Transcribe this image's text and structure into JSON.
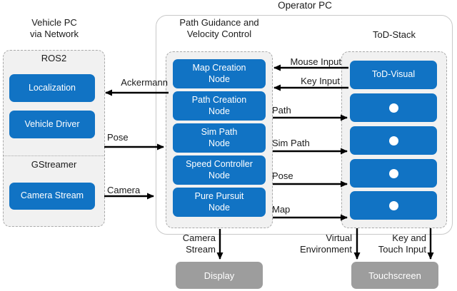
{
  "colors": {
    "node_blue": "#1173c4",
    "device_gray": "#9d9d9d",
    "panel_fill": "#f1f1f1",
    "arrow_black": "#000000"
  },
  "operator_pc": {
    "title": "Operator PC",
    "path_guidance": {
      "title": "Path Guidance and\nVelocity Control",
      "nodes": [
        {
          "label": "Map Creation\nNode"
        },
        {
          "label": "Path Creation\nNode"
        },
        {
          "label": "Sim Path\nNode"
        },
        {
          "label": "Speed Controller\nNode"
        },
        {
          "label": "Pure Pursuit\nNode"
        }
      ]
    },
    "tod_stack": {
      "title": "ToD-Stack",
      "visual_node_label": "ToD-Visual",
      "anonymous_node_icon": "circle-dot-icon",
      "anonymous_node_count": 4
    }
  },
  "vehicle_pc": {
    "title": "Vehicle PC\nvia Network",
    "ros2": {
      "title": "ROS2",
      "nodes": [
        {
          "label": "Localization"
        },
        {
          "label": "Vehicle Driver"
        }
      ]
    },
    "gstreamer": {
      "title": "GStreamer",
      "nodes": [
        {
          "label": "Camera Stream"
        }
      ]
    }
  },
  "devices": {
    "display": "Display",
    "touchscreen": "Touchscreen"
  },
  "arrow_labels": {
    "ackermann": "Ackermann",
    "pose_to_sim": "Pose",
    "camera": "Camera",
    "mouse_input": "Mouse Input",
    "key_input": "Key Input",
    "path": "Path",
    "sim_path": "Sim Path",
    "pose_to_tod": "Pose",
    "map": "Map",
    "camera_stream": "Camera\nStream",
    "virtual_environment": "Virtual\nEnvironment",
    "key_touch_input": "Key and\nTouch Input"
  }
}
